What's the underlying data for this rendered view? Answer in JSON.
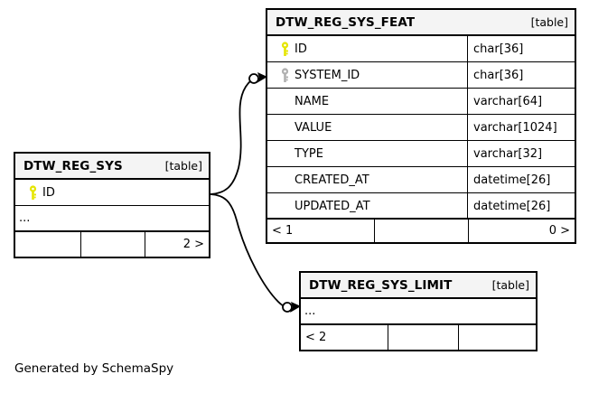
{
  "diagram": {
    "caption": "Generated by SchemaSpy",
    "table_tag": "[table]",
    "ellipsis": "...",
    "key_icon_primary": "key-icon-primary",
    "key_icon_foreign": "key-icon-foreign",
    "colors": {
      "primary_key": "#e5e500",
      "foreign_key": "#b0b0b0",
      "header_bg": "#f4f4f4",
      "border": "#000000",
      "background": "#ffffff",
      "text": "#000000"
    }
  },
  "tables": {
    "feat": {
      "name": "DTW_REG_SYS_FEAT",
      "tag": "[table]",
      "columns": [
        {
          "key": "primary",
          "name": "ID",
          "type": "char[36]"
        },
        {
          "key": "foreign",
          "name": "SYSTEM_ID",
          "type": "char[36]"
        },
        {
          "key": "none",
          "name": "NAME",
          "type": "varchar[64]"
        },
        {
          "key": "none",
          "name": "VALUE",
          "type": "varchar[1024]"
        },
        {
          "key": "none",
          "name": "TYPE",
          "type": "varchar[32]"
        },
        {
          "key": "none",
          "name": "CREATED_AT",
          "type": "datetime[26]"
        },
        {
          "key": "none",
          "name": "UPDATED_AT",
          "type": "datetime[26]"
        }
      ],
      "footer": {
        "left": "< 1",
        "middle": "",
        "right": "0 >"
      }
    },
    "sys": {
      "name": "DTW_REG_SYS",
      "tag": "[table]",
      "columns": [
        {
          "key": "primary",
          "name": "ID",
          "type": ""
        }
      ],
      "ellipsis": "...",
      "footer": {
        "left": "",
        "middle": "",
        "right": "2 >"
      }
    },
    "limit": {
      "name": "DTW_REG_SYS_LIMIT",
      "tag": "[table]",
      "ellipsis": "...",
      "footer": {
        "left": "< 2",
        "middle": "",
        "right": ""
      }
    }
  },
  "relationships": [
    {
      "from": "DTW_REG_SYS",
      "to": "DTW_REG_SYS_FEAT",
      "cardinality": "zero-or-more"
    },
    {
      "from": "DTW_REG_SYS",
      "to": "DTW_REG_SYS_LIMIT",
      "cardinality": "zero-or-more"
    }
  ]
}
